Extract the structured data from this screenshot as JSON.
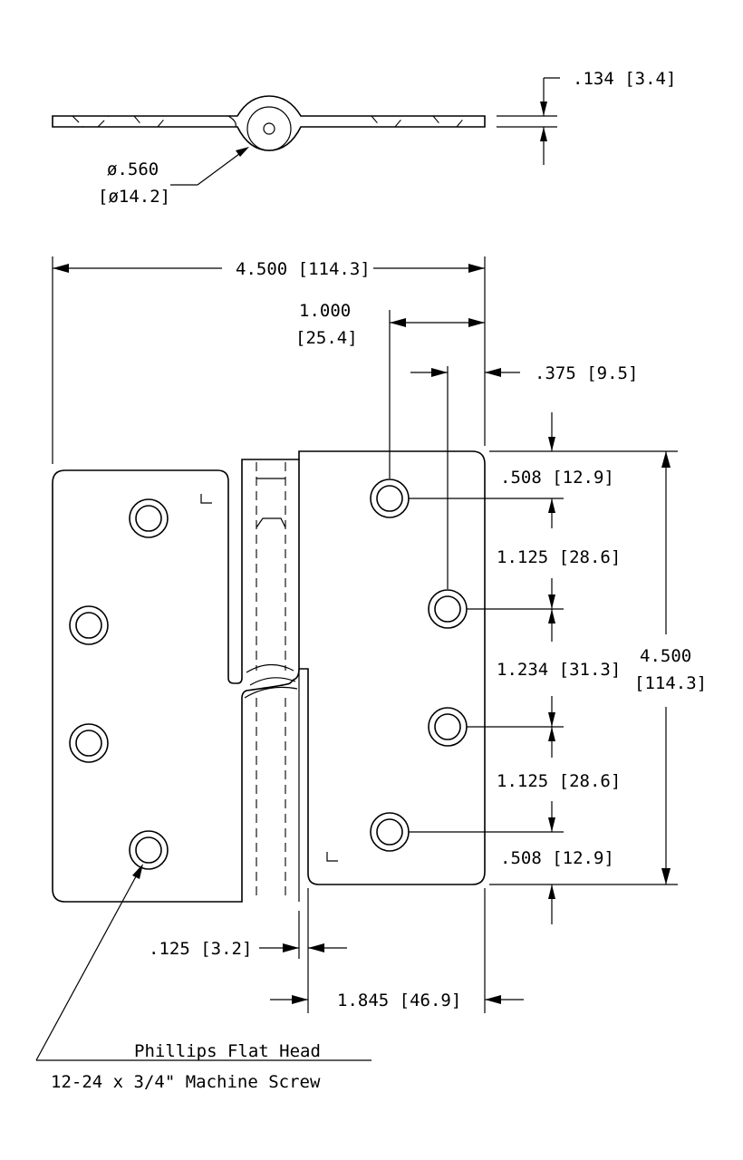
{
  "top_view": {
    "thickness_label": ".134 [3.4]",
    "pin_dia_label_1": "ø.560",
    "pin_dia_label_2": "[ø14.2]"
  },
  "dims": {
    "overall_width": "4.500 [114.3]",
    "hole_offset_1": "1.000",
    "hole_offset_2": "[25.4]",
    "edge_offset": ".375 [9.5]",
    "top_margin": ".508 [12.9]",
    "spacing_a": "1.125 [28.6]",
    "spacing_mid": "1.234 [31.3]",
    "spacing_b": "1.125 [28.6]",
    "bottom_margin": ".508 [12.9]",
    "height_1": "4.500",
    "height_2": "[114.3]",
    "gap": ".125 [3.2]",
    "leaf_width": "1.845 [46.9]"
  },
  "screw_note": {
    "line1": "Phillips Flat Head",
    "line2": "12-24 x 3/4\" Machine Screw"
  }
}
